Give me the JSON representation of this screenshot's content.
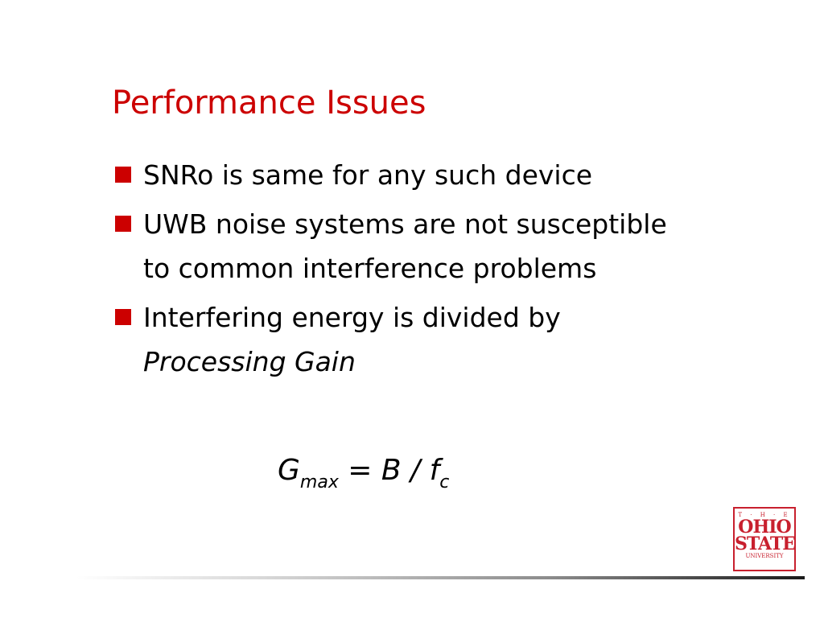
{
  "slide": {
    "title": "Performance Issues",
    "bullets": [
      {
        "line1": "SNRo is same for any such device"
      },
      {
        "line1": "UWB noise systems are not susceptible",
        "line2": "to common interference problems"
      },
      {
        "line1": "Interfering energy is divided by",
        "line2_italic": "Processing Gain"
      }
    ],
    "formula": {
      "lhs": "G",
      "lhs_sub": "max",
      "rhs": " = B / f",
      "rhs_sub": "c"
    },
    "logo": {
      "the": "T · H · E",
      "ohio": "OHIO",
      "state": "STATE",
      "university": "UNIVERSITY"
    },
    "colors": {
      "title": "#cc0000",
      "bullet_marker": "#cc0000",
      "logo": "#c8202e"
    }
  }
}
